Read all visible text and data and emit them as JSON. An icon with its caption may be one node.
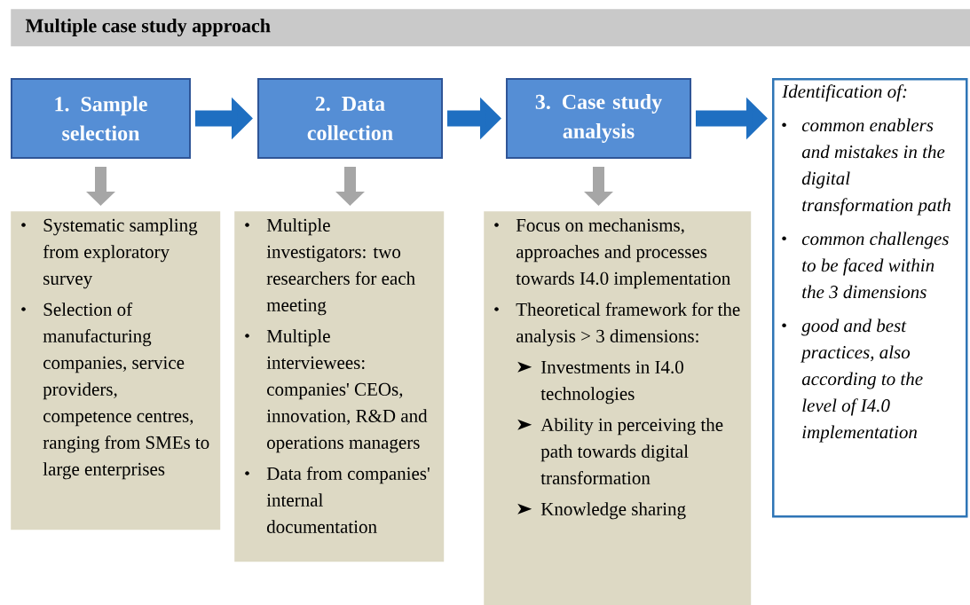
{
  "diagram": {
    "title": "Multiple case study approach",
    "nodes": [
      {
        "text": [
          "1. Sample selection"
        ]
      },
      {
        "text": [
          "2. Data collection"
        ]
      },
      {
        "text": [
          "3. Case study analysis"
        ]
      },
      {
        "text": [
          "Identification of:",
          "common enablers and mistakes in the digital transformation path",
          "common challenges to be faced within the 3 dimensions",
          "good and best practices, also according to the level of I4.0 implementation"
        ]
      },
      {
        "text": [
          "Systematic sampling from exploratory survey",
          "Selection of manufacturing companies, service providers, competence centres, ranging from SMEs to large enterprises"
        ]
      },
      {
        "text": [
          "Multiple investigators: two researchers for each meeting",
          "Multiple interviewees: companies' CEOs, innovation, R&D and operations managers",
          "Data from companies' internal documentation"
        ]
      },
      {
        "text": [
          "Focus on mechanisms, approaches and processes towards I4.0 implementation",
          "Theoretical framework for the analysis > 3 dimensions:",
          "Investments in I4.0 technologies",
          "Ability in perceiving the path towards digital transformation",
          "Knowledge sharing"
        ]
      }
    ],
    "edges": [
      {
        "from": 0,
        "to": 1,
        "arrow": "to"
      },
      {
        "from": 1,
        "to": 2,
        "arrow": "to"
      },
      {
        "from": 2,
        "to": 3,
        "arrow": "to"
      },
      {
        "from": 0,
        "to": 4,
        "arrow": "to",
        "color": "#a6a6a6"
      },
      {
        "from": 1,
        "to": 5,
        "arrow": "to",
        "color": "#a6a6a6"
      },
      {
        "from": 2,
        "to": 6,
        "arrow": "to",
        "color": "#a6a6a6"
      }
    ]
  }
}
